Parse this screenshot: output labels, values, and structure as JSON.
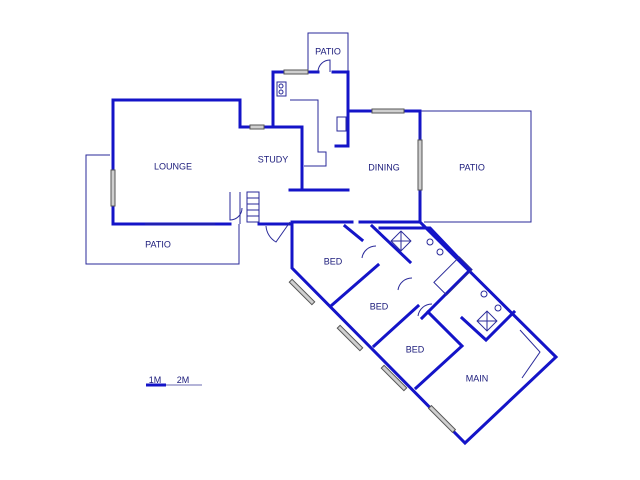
{
  "rooms": {
    "patio_top": "PATIO",
    "lounge": "LOUNGE",
    "study": "STUDY",
    "dining": "DINING",
    "patio_right": "PATIO",
    "patio_left": "PATIO",
    "bed_1": "BED",
    "bed_2": "BED",
    "bed_3": "BED",
    "main": "MAIN"
  },
  "scale_bar": {
    "label_1": "1M",
    "label_2": "2M"
  },
  "colors": {
    "wall": "#1414c8",
    "thin_line": "#2a2a9a",
    "label": "#1a1a7a"
  }
}
